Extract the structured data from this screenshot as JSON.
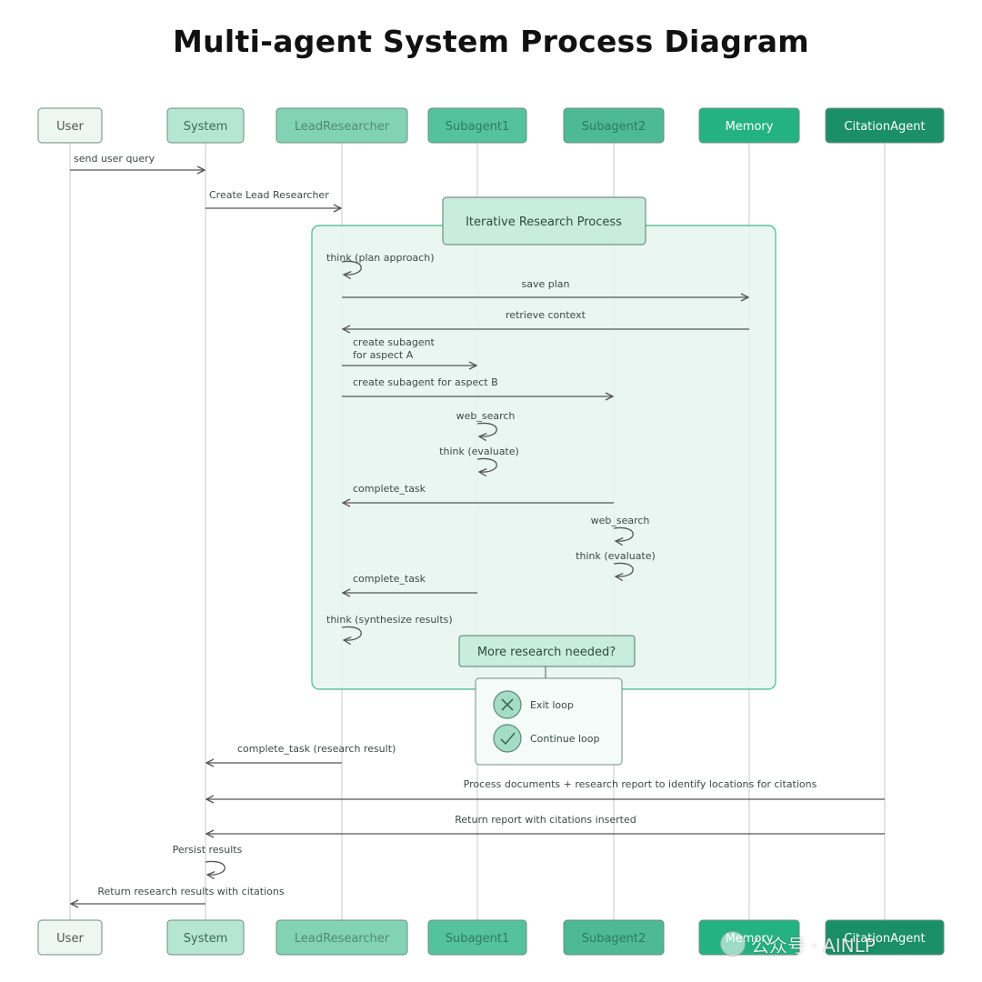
{
  "title": "Multi-agent System Process Diagram",
  "colors": {
    "User": "#eef6f2",
    "System": "#b5e6d2",
    "LeadResearcher": "#82d3b5",
    "Subagent1": "#55c29e",
    "Subagent2": "#4dba95",
    "Memory": "#25b283",
    "CitationAgent": "#1a8f68",
    "loop_fill": "#e5f5ef",
    "loop_border": "#5cc29c",
    "line": "#5a5a5a"
  },
  "actors": [
    "User",
    "System",
    "LeadResearcher",
    "Subagent1",
    "Subagent2",
    "Memory",
    "CitationAgent"
  ],
  "loop_box": {
    "title": "Iterative Research Process"
  },
  "messages": [
    {
      "from": "User",
      "to": "System",
      "label": "send user query"
    },
    {
      "from": "System",
      "to": "LeadResearcher",
      "label": "Create Lead Researcher"
    },
    {
      "from": "LeadResearcher",
      "to": "LeadResearcher",
      "label": "think (plan approach)"
    },
    {
      "from": "LeadResearcher",
      "to": "Memory",
      "label": "save plan"
    },
    {
      "from": "Memory",
      "to": "LeadResearcher",
      "label": "retrieve context"
    },
    {
      "from": "LeadResearcher",
      "to": "Subagent1",
      "label": "create subagent\nfor aspect A"
    },
    {
      "from": "LeadResearcher",
      "to": "Subagent2",
      "label": "create subagent for aspect B"
    },
    {
      "from": "Subagent1",
      "to": "Subagent1",
      "label": "web_search"
    },
    {
      "from": "Subagent1",
      "to": "Subagent1",
      "label": "think (evaluate)"
    },
    {
      "from": "Subagent2",
      "to": "LeadResearcher",
      "label": "complete_task"
    },
    {
      "from": "Subagent2",
      "to": "Subagent2",
      "label": "web_search"
    },
    {
      "from": "Subagent2",
      "to": "Subagent2",
      "label": "think (evaluate)"
    },
    {
      "from": "Subagent1",
      "to": "LeadResearcher",
      "label": "complete_task"
    },
    {
      "from": "LeadResearcher",
      "to": "LeadResearcher",
      "label": "think (synthesize results)"
    },
    {
      "from": "LeadResearcher",
      "to": "System",
      "label": "complete_task (research result)"
    },
    {
      "from": "CitationAgent",
      "to": "System",
      "label": "Process documents + research report to identify locations for citations"
    },
    {
      "from": "CitationAgent",
      "to": "System",
      "label": "Return report with citations inserted"
    },
    {
      "from": "System",
      "to": "System",
      "label": "Persist results"
    },
    {
      "from": "System",
      "to": "User",
      "label": "Return research results with citations"
    }
  ],
  "decision": {
    "question": "More research needed?",
    "options": [
      {
        "icon": "x-circle-icon",
        "label": "Exit loop"
      },
      {
        "icon": "check-circle-icon",
        "label": "Continue loop"
      }
    ]
  },
  "watermark": "公众号 · AINLP"
}
